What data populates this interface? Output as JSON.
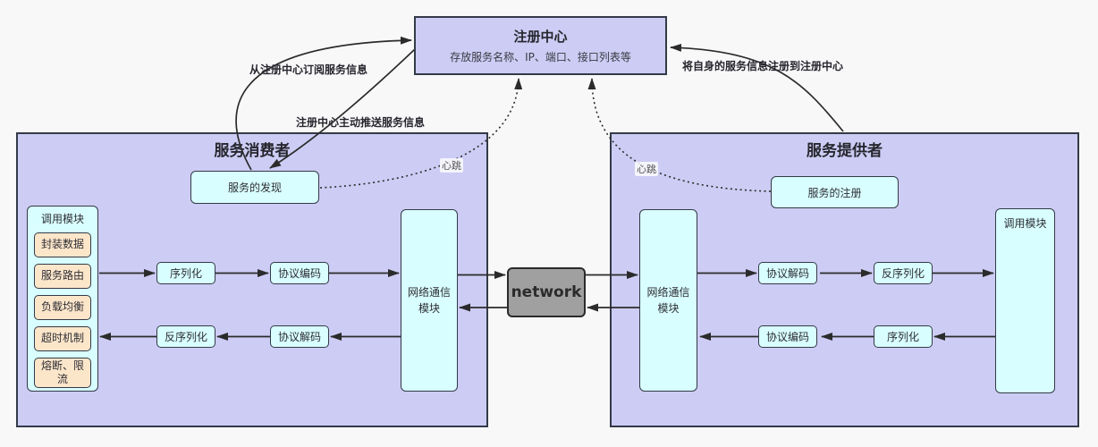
{
  "colors": {
    "bg": "#f8f8f9",
    "purple": "#cdccf4",
    "cyan": "#d8feff",
    "orange": "#fce6ca",
    "gray": "#a0a0a0",
    "line": "#333a47",
    "arrow": "#2b2b2b"
  },
  "registry": {
    "title": "注册中心",
    "subtitle": "存放服务名称、IP、端口、接口列表等"
  },
  "consumer": {
    "title": "服务消费者",
    "discovery": "服务的发现",
    "call_module": {
      "title": "调用模块",
      "items": [
        "封装数据",
        "服务路由",
        "负载均衡",
        "超时机制",
        "熔断、限流"
      ]
    },
    "serialize": "序列化",
    "encode": "协议编码",
    "decode": "协议解码",
    "deserialize": "反序列化",
    "net_module": "网络通信模块"
  },
  "provider": {
    "title": "服务提供者",
    "register": "服务的注册",
    "call_module_title": "调用模块",
    "decode": "协议解码",
    "deserialize": "反序列化",
    "serialize": "序列化",
    "encode": "协议编码",
    "net_module": "网络通信模块"
  },
  "network": {
    "label": "network"
  },
  "edge_labels": {
    "subscribe": "从注册中心订阅服务信息",
    "push": "注册中心主动推送服务信息",
    "register_info": "将自身的服务信息注册到注册中心",
    "heartbeat_left": "心跳",
    "heartbeat_right": "心跳"
  }
}
